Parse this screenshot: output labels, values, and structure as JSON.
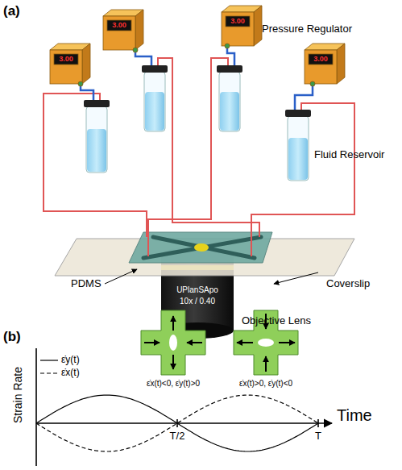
{
  "diagram": {
    "labels": [
      "(a)",
      "Pressure Regulator",
      "Fluid Reservoir",
      "PDMS",
      "Coverslip",
      "UPlanSApo",
      "10x / 0.40",
      "Objective Lens",
      "3.00",
      "3.00",
      "3.00",
      "3.00",
      "(b)",
      "Strain Rate",
      "ε̇x(t)<0, ε̇y(t)>0",
      "ε̇x(t)>0, ε̇y(t)<0",
      "T/2",
      "T",
      "Time"
    ],
    "legend": [
      {
        "text": "ε̇y(t)"
      },
      {
        "text": "ε̇x(t)"
      }
    ]
  }
}
